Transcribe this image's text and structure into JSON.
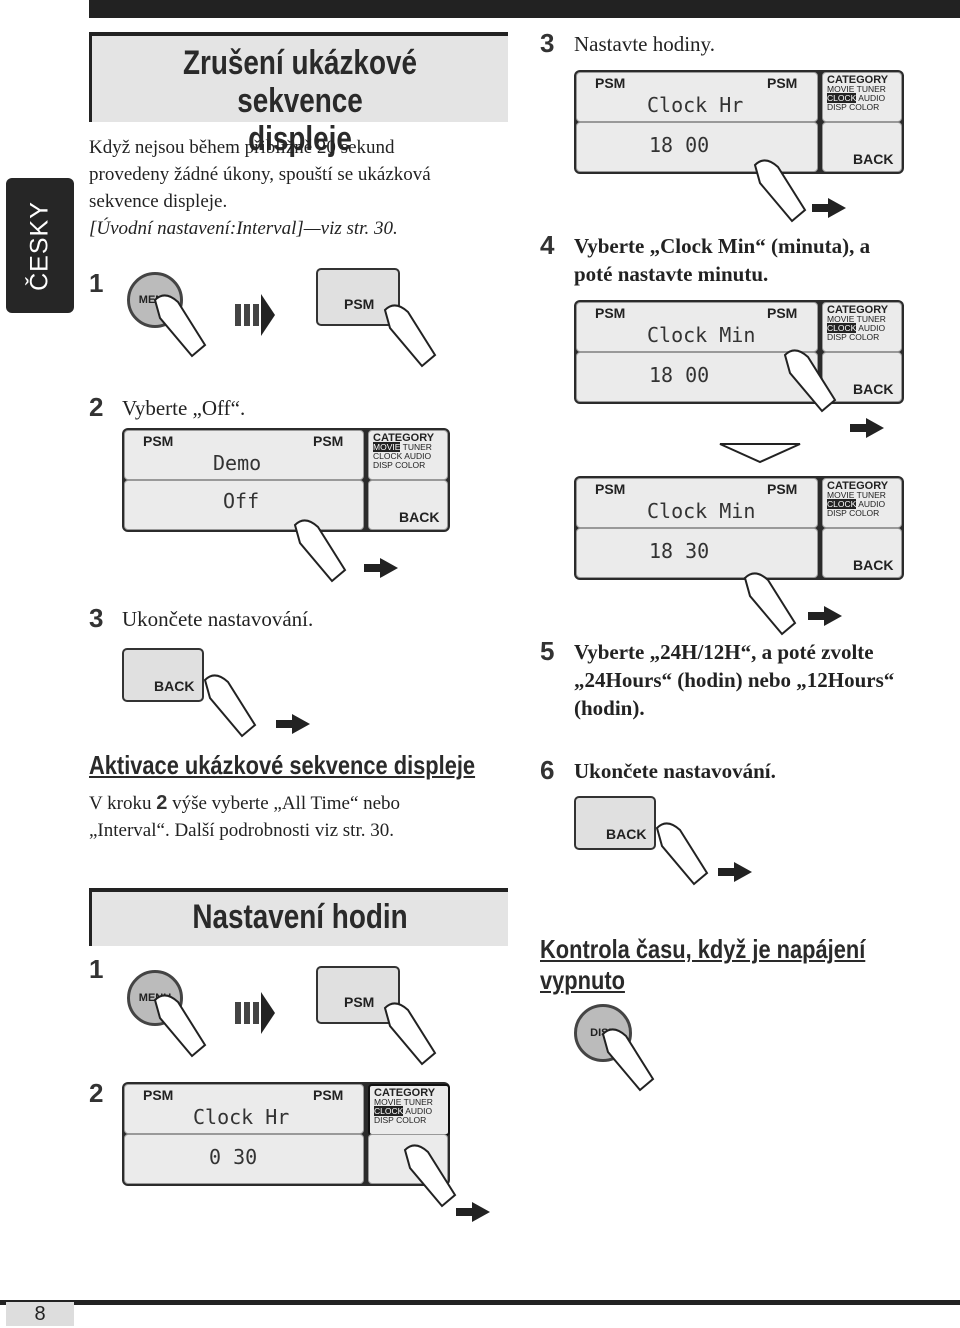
{
  "side_tab": "ČESKY",
  "page_number": "8",
  "section1": {
    "title_line1": "Zrušení ukázkové sekvence",
    "title_line2": "displeje",
    "para_l1": "Když nejsou během přibližně 20 sekund",
    "para_l2": "provedeny žádné úkony, spouští se ukázková",
    "para_l3": "sekvence displeje.",
    "para_ref": "[Úvodní nastavení:Interval]—viz str. 30.",
    "step1_num": "1",
    "step2_num": "2",
    "step2_text": "Vyberte „Off“.",
    "step3_num": "3",
    "step3_text": "Ukončete nastavování."
  },
  "activation": {
    "heading": "Aktivace ukázkové sekvence displeje",
    "l1_a": "V kroku",
    "l1_num": "2",
    "l1_b": "výše vyberte „All Time“ nebo",
    "l2": "„Interval“. Další podrobnosti viz str. 30."
  },
  "section2": {
    "title": "Nastavení hodin",
    "step1_num": "1",
    "step2_num": "2",
    "step3_num": "3",
    "step3_text": "Nastavte hodiny.",
    "step4_num": "4",
    "step4_l1": "Vyberte „Clock Min“ (minuta), a",
    "step4_l2": "poté nastavte minutu.",
    "step5_num": "5",
    "step5_l1": "Vyberte „24H/12H“, a poté zvolte",
    "step5_l2": "„24Hours“ (hodin) nebo „12Hours“",
    "step5_l3": "(hodin).",
    "step6_num": "6",
    "step6_text": "Ukončete nastavování."
  },
  "check_time": {
    "heading_l1": "Kontrola času, když je napájení",
    "heading_l2": "vypnuto"
  },
  "buttons": {
    "menu": "MENU",
    "psm": "PSM",
    "back": "BACK",
    "disp": "DISP"
  },
  "category_box": {
    "title": "CATEGORY",
    "movie": "MOVIE",
    "tuner": "TUNER",
    "clock": "CLOCK",
    "audio": "AUDIO",
    "disp": "DISP",
    "color": "COLOR"
  },
  "displays": {
    "demo_top": "Demo",
    "demo_bottom": "Off",
    "clock_hr": "Clock Hr",
    "clock_min": "Clock Min",
    "time_0030": "0 30",
    "time_1800": "18 00",
    "time_1830": "18 30"
  }
}
